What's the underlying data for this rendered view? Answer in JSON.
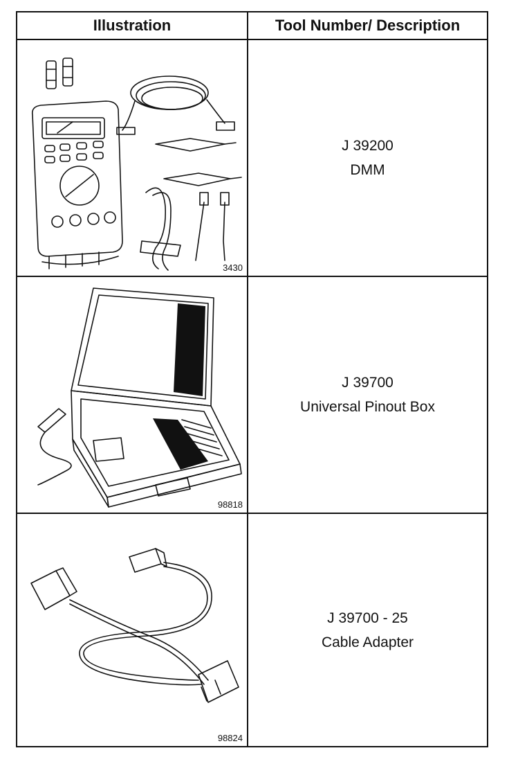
{
  "header": {
    "illustration": "Illustration",
    "tool": "Tool Number/ Description"
  },
  "rows": [
    {
      "figure": "3430",
      "tool_number": "J 39200",
      "description": "DMM"
    },
    {
      "figure": "98818",
      "tool_number": "J 39700",
      "description": "Universal Pinout Box"
    },
    {
      "figure": "98824",
      "tool_number": "J 39700 - 25",
      "description": "Cable Adapter"
    }
  ]
}
